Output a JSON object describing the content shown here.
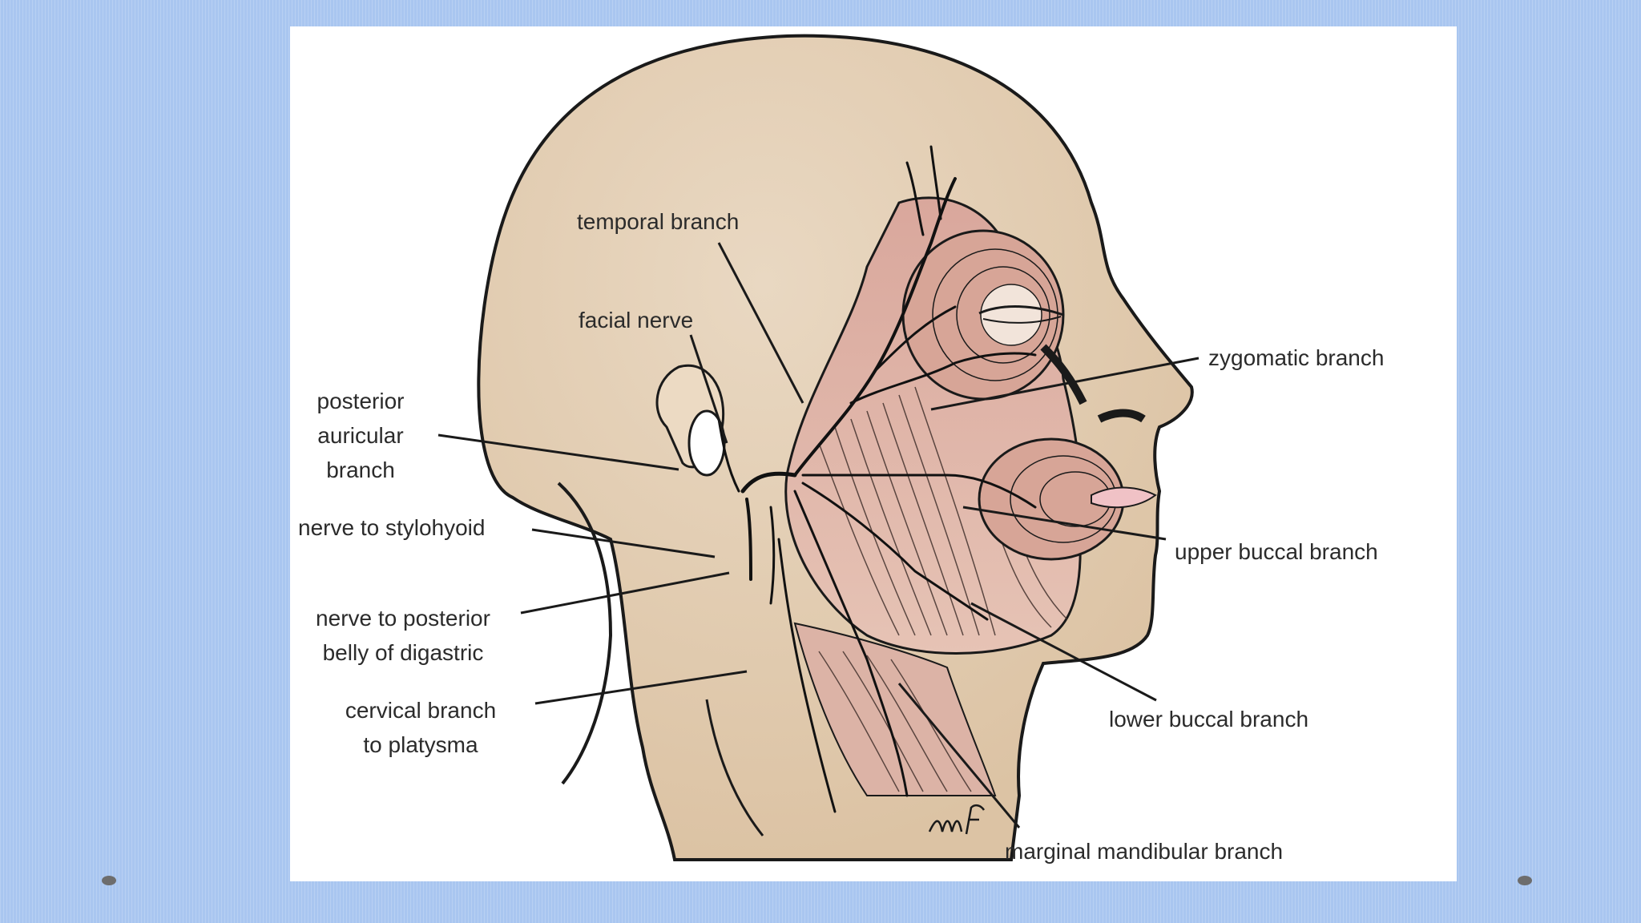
{
  "labels": {
    "temporal": "temporal branch",
    "facial": "facial nerve",
    "posterior_auricular": [
      "posterior",
      "auricular",
      "branch"
    ],
    "stylohyoid": "nerve to stylohyoid",
    "digastric": [
      "nerve to posterior",
      "belly of digastric"
    ],
    "cervical": [
      "cervical branch",
      "to platysma"
    ],
    "zygomatic": "zygomatic branch",
    "upper_buccal": "upper buccal branch",
    "lower_buccal": "lower buccal branch",
    "marginal": "marginal mandibular branch"
  },
  "signature": "mf",
  "colors": {
    "background": "#a9c6f0",
    "skin": "#e6d3bb",
    "muscle": "#d9a79c",
    "ink": "#1a1a1a"
  }
}
